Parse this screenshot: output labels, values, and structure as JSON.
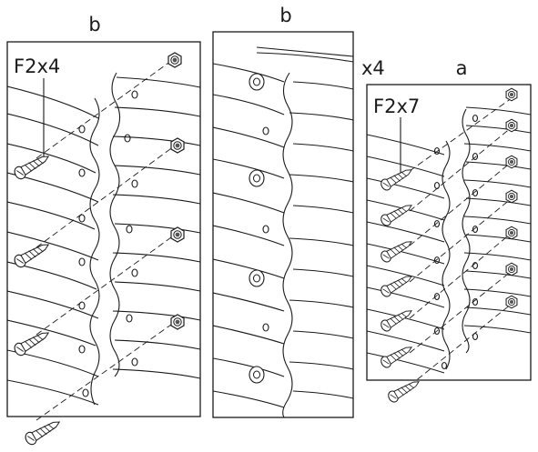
{
  "panels": {
    "left": {
      "top_label": "b",
      "screw_label": "F2x4"
    },
    "middle": {
      "top_label": "b",
      "multiplier": "x4"
    },
    "right": {
      "top_label": "a",
      "screw_label": "F2x7"
    }
  },
  "icons": [
    "screw-icon",
    "hex-nut-icon"
  ],
  "colors": {
    "line": "#1a1a1a",
    "background": "#ffffff"
  }
}
